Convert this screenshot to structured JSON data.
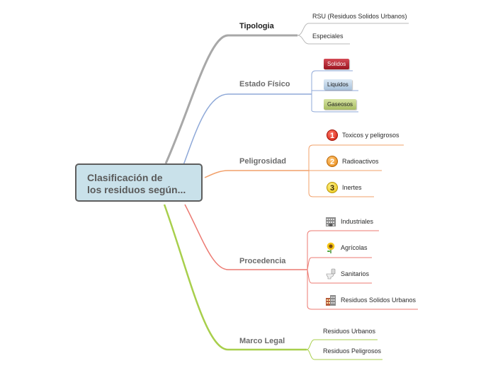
{
  "central": {
    "line1": "Clasificación de",
    "line2": "los residuos según..."
  },
  "topics": {
    "tipologia": {
      "label": "Tipologia",
      "items": [
        "RSU (Residuos Solidos Urbanos)",
        "Especiales"
      ]
    },
    "estado_fisico": {
      "label": "Estado Físico",
      "items": [
        "Solidos",
        "Liquidos",
        "Gaseosos"
      ]
    },
    "peligrosidad": {
      "label": "Peligrosidad",
      "items": [
        "Toxicos y peligrosos",
        "Radioactivos",
        "Inertes"
      ],
      "icon_numbers": [
        "1",
        "2",
        "3"
      ]
    },
    "procedencia": {
      "label": "Procedencia",
      "items": [
        "Industriales",
        "Agrícolas",
        "Sanitarios",
        "Residuos Solidos Urbanos"
      ],
      "icons": [
        "factory-icon",
        "sunflower-icon",
        "toilet-icon",
        "apartment-building-icon"
      ]
    },
    "marco_legal": {
      "label": "Marco Legal",
      "items": [
        "Residuos Urbanos",
        "Residuos Peligrosos"
      ]
    }
  },
  "colors": {
    "tipologia": "#a8a8a8",
    "estado_fisico": "#8fa9d8",
    "peligrosidad": "#f2a06a",
    "procedencia": "#ec7a72",
    "marco_legal": "#a8cf4c",
    "central_fill": "#c9e1ea",
    "central_border": "#5e5e5e"
  }
}
